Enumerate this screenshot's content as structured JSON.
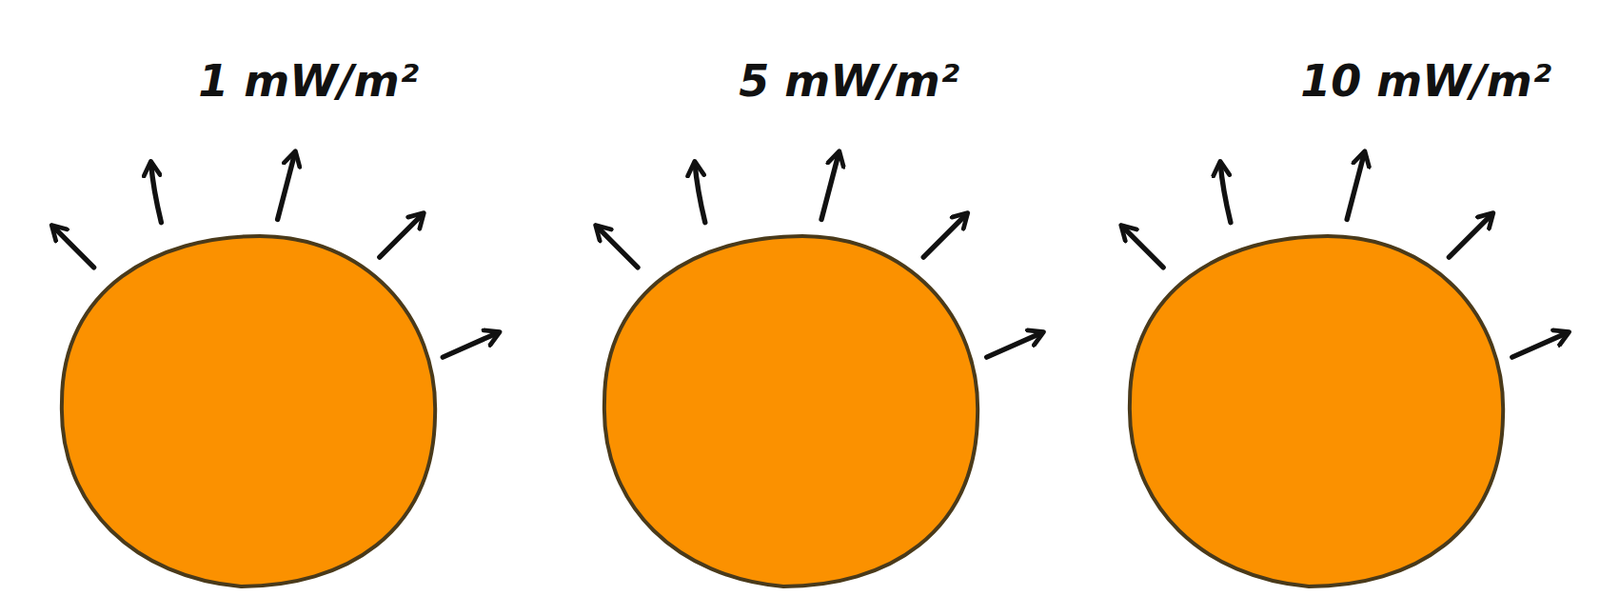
{
  "diagram": {
    "nodes": [
      {
        "text": [
          "1 mW/m²"
        ]
      },
      {
        "text": [
          "5 mW/m²"
        ]
      },
      {
        "text": [
          "10 mW/m²"
        ]
      }
    ]
  }
}
